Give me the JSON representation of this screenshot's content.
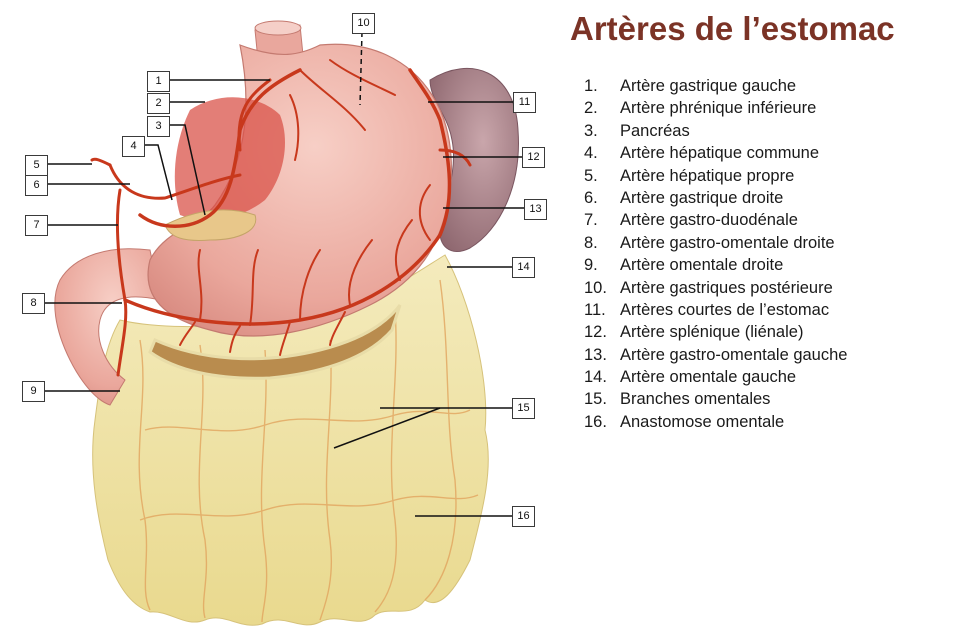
{
  "title": "Artères de l’estomac",
  "legend": [
    {
      "num": "1.",
      "label": "Artère gastrique gauche"
    },
    {
      "num": "2.",
      "label": "Artère phrénique inférieure"
    },
    {
      "num": "3.",
      "label": "Pancréas"
    },
    {
      "num": "4.",
      "label": "Artère hépatique commune"
    },
    {
      "num": "5.",
      "label": "Artère hépatique propre"
    },
    {
      "num": "6.",
      "label": "Artère gastrique droite"
    },
    {
      "num": "7.",
      "label": "Artère gastro-duodénale"
    },
    {
      "num": "8.",
      "label": "Artère gastro-omentale droite"
    },
    {
      "num": "9.",
      "label": "Artère omentale droite"
    },
    {
      "num": "10.",
      "label": "Artère gastriques postérieure"
    },
    {
      "num": "11.",
      "label": "Artères courtes de l’estomac"
    },
    {
      "num": "12.",
      "label": "Artère splénique (liénale)"
    },
    {
      "num": "13.",
      "label": "Artère gastro-omentale gauche"
    },
    {
      "num": "14.",
      "label": "Artère omentale gauche"
    },
    {
      "num": "15.",
      "label": "Branches omentales"
    },
    {
      "num": "16.",
      "label": "Anastomose omentale"
    }
  ],
  "callouts": [
    "1",
    "2",
    "3",
    "4",
    "5",
    "6",
    "7",
    "8",
    "9",
    "10",
    "11",
    "12",
    "13",
    "14",
    "15",
    "16"
  ],
  "colors": {
    "title": "#7b3326",
    "artery": "#c8381c",
    "stomach": "#edaea4",
    "omentum": "#f1e6ad",
    "spleen": "#a87f86"
  }
}
